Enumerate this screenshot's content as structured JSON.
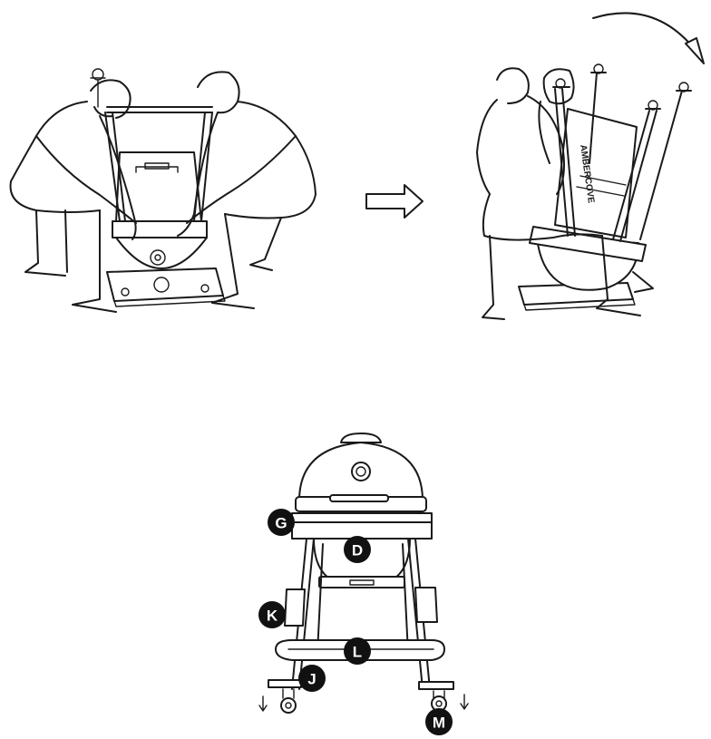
{
  "steps": [
    {
      "id": "lift-grill"
    },
    {
      "id": "flip-grill"
    },
    {
      "id": "assembled-grill"
    }
  ],
  "brand_text": "AMBERCOVE",
  "callouts": [
    {
      "letter": "G"
    },
    {
      "letter": "D"
    },
    {
      "letter": "K"
    },
    {
      "letter": "L"
    },
    {
      "letter": "J"
    },
    {
      "letter": "M"
    }
  ]
}
